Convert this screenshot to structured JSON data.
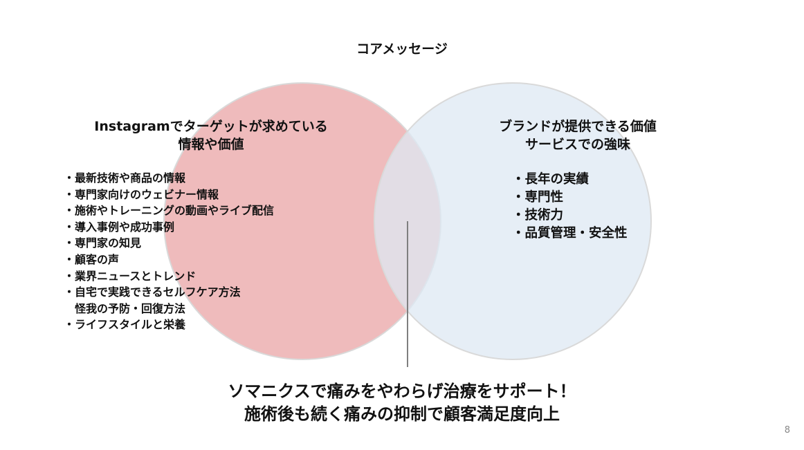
{
  "slide_title": "コアメッセージ",
  "left_circle": {
    "heading": [
      "Instagramでターゲットが求めている",
      "情報や価値"
    ],
    "items": [
      "・最新技術や商品の情報",
      "・専門家向けのウェビナー情報",
      "・施術やトレーニングの動画やライブ配信",
      "・導入事例や成功事例",
      "・専門家の知見",
      "・顧客の声",
      "・業界ニュースとトレンド",
      "・自宅で実践できるセルフケア方法",
      "　怪我の予防・回復方法",
      "・ライフスタイルと栄養"
    ]
  },
  "right_circle": {
    "heading": [
      "ブランドが提供できる価値",
      "サービスでの強味"
    ],
    "items": [
      "・長年の実績",
      "・専門性",
      "・技術力",
      "・品質管理・安全性"
    ]
  },
  "core_message": [
    "ソマニクスで痛みをやわらげ治療をサポート！",
    "施術後も続く痛みの抑制で顧客満足度向上"
  ],
  "page_number": "8",
  "colors": {
    "left_fill": "#efbbbc",
    "right_fill": "#e4edf6",
    "stroke": "#d9d9d9",
    "connector": "#7f7f7f"
  }
}
